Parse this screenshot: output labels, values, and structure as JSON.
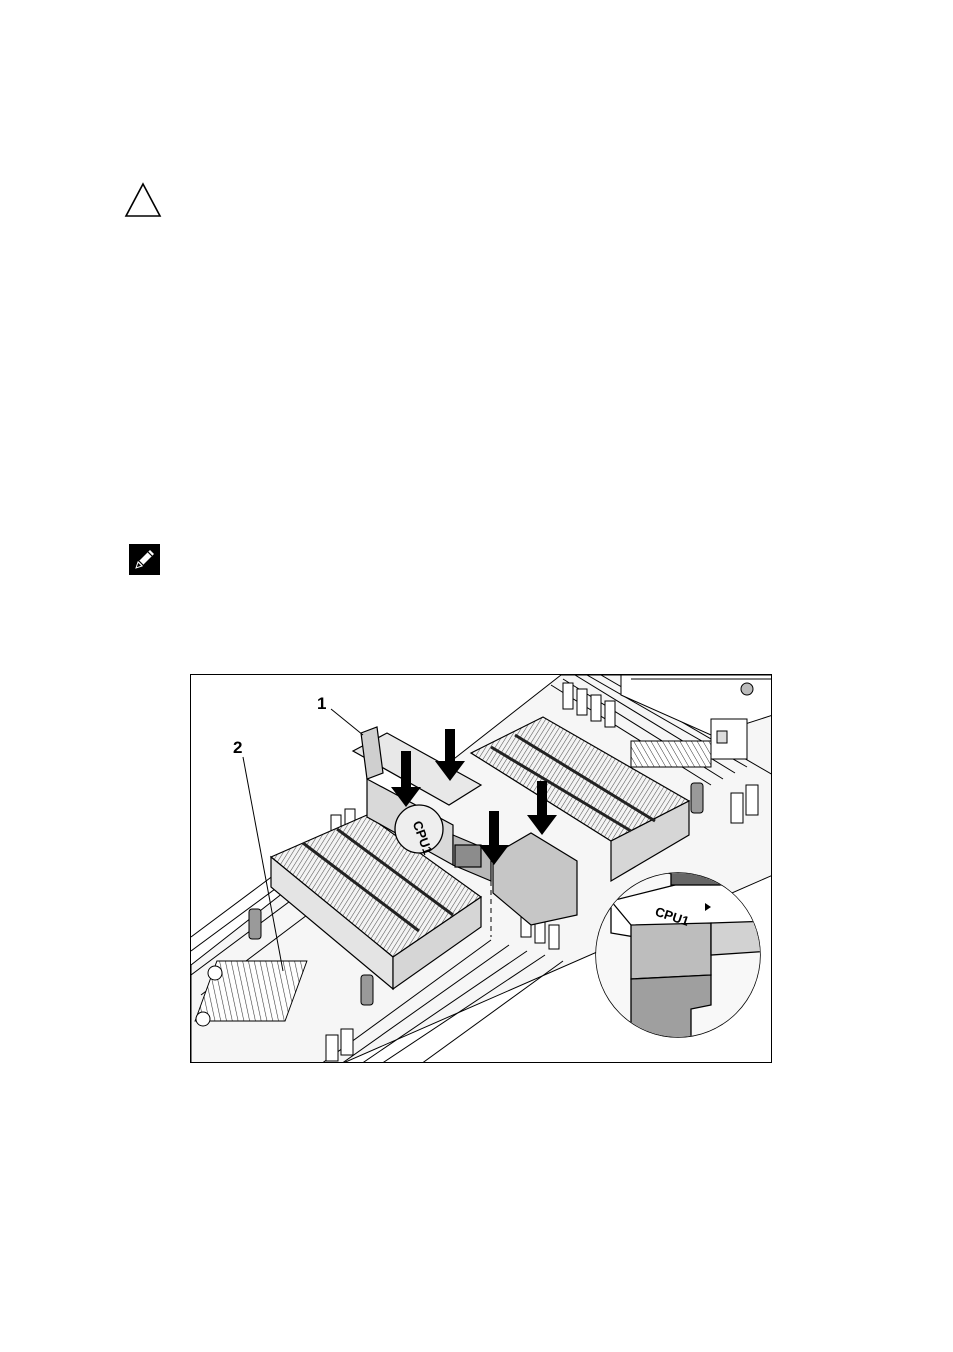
{
  "icons": {
    "caution": "caution-triangle-icon",
    "note": "note-pencil-icon"
  },
  "figure": {
    "callouts": [
      "1",
      "2"
    ],
    "magnifier_label": "CPU1",
    "inline_label": "CPU1",
    "arrow_count": 4
  },
  "colors": {
    "line": "#000000",
    "heatsink_light": "#e6e6e6",
    "heatsink_dark": "#7a7a7a",
    "shroud": "#c8c8c8",
    "board": "#f2f2f2"
  }
}
